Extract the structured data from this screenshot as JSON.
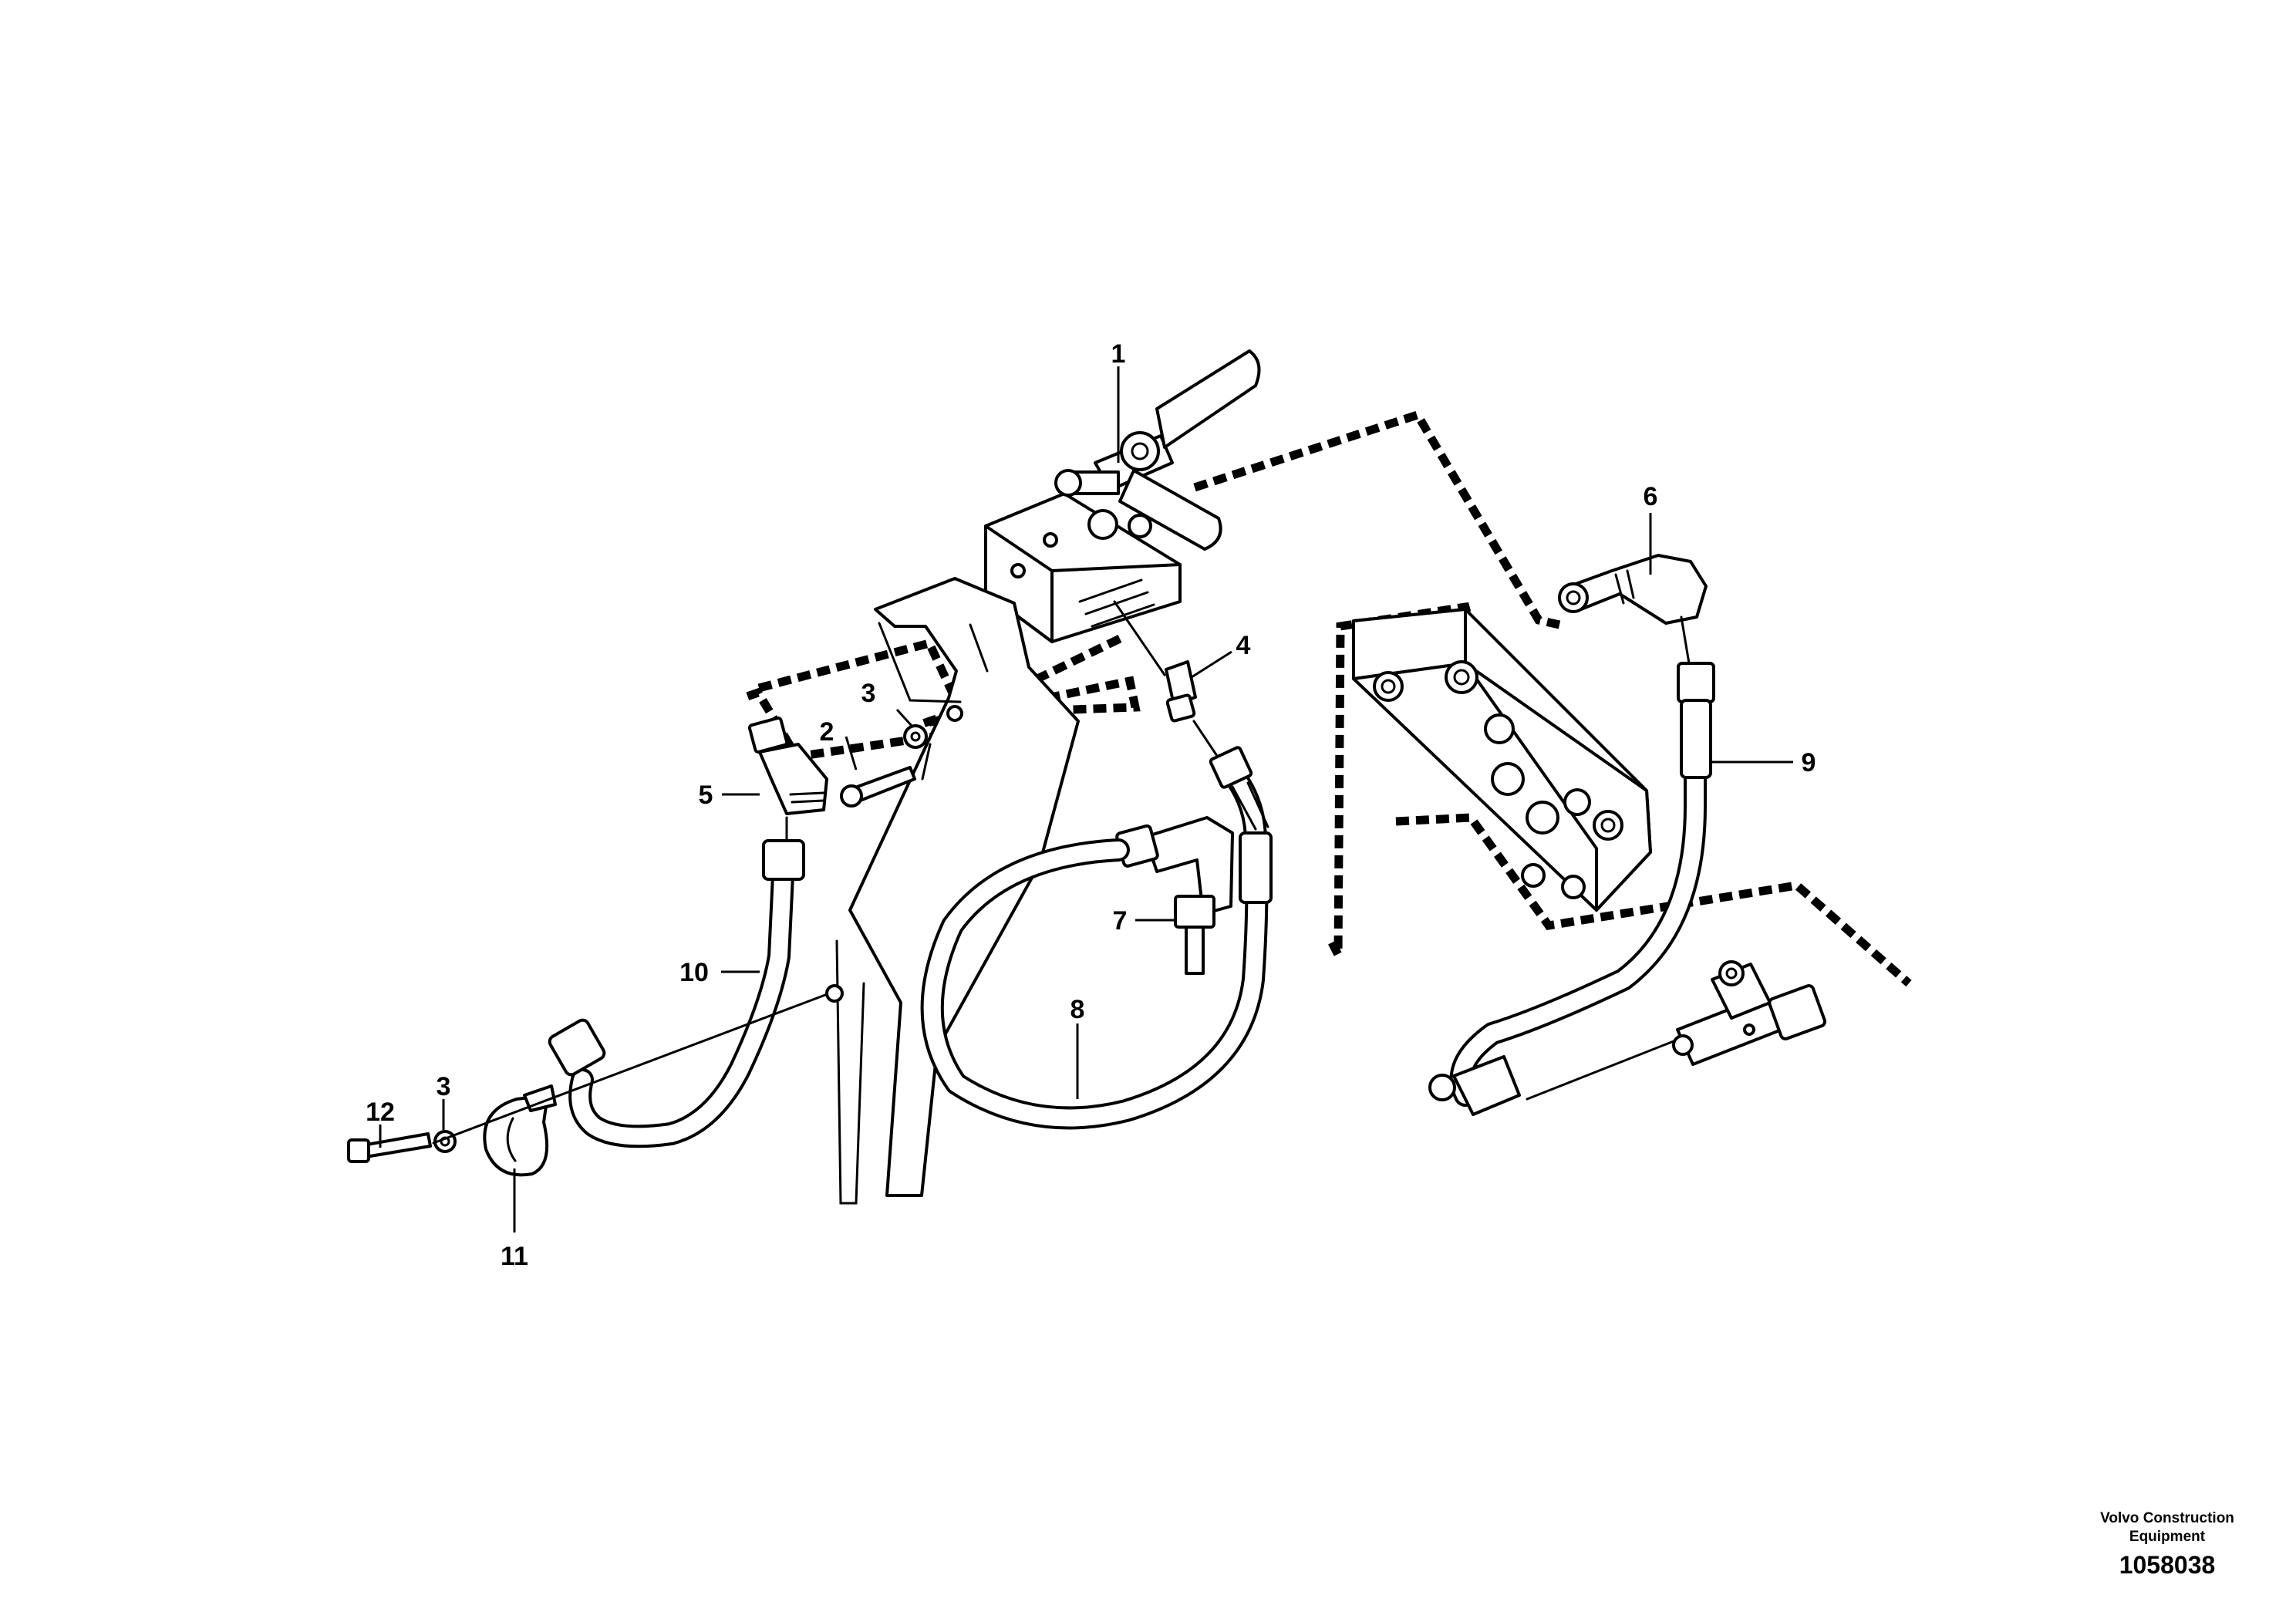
{
  "callouts": {
    "c1": "1",
    "c2": "2",
    "c3a": "3",
    "c3b": "3",
    "c4": "4",
    "c5": "5",
    "c6": "6",
    "c7": "7",
    "c8": "8",
    "c9": "9",
    "c10": "10",
    "c11": "11",
    "c12": "12"
  },
  "footer": {
    "publisher_line1": "Volvo Construction",
    "publisher_line2": "Equipment",
    "doc_number": "1058038"
  }
}
